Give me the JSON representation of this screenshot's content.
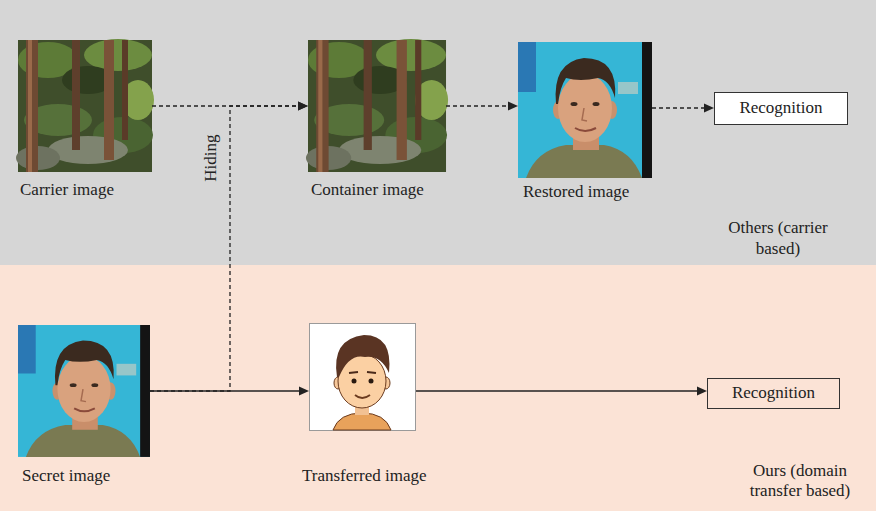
{
  "diagram": {
    "nodes": [
      {
        "text": [
          "Others (carrier based)"
        ]
      },
      {
        "text": [
          "Carrier image"
        ],
        "in": 0
      },
      {
        "text": [
          "Container image"
        ],
        "in": 0
      },
      {
        "text": [
          "Restored image"
        ],
        "in": 0
      },
      {
        "text": [
          "Recognition"
        ],
        "in": 0
      },
      {
        "text": [
          "Ours (domain transfer based)"
        ]
      },
      {
        "text": [
          "Secret image"
        ],
        "in": 5
      },
      {
        "text": [
          "Transferred image"
        ],
        "in": 5
      },
      {
        "text": [
          "Recognition"
        ],
        "in": 5
      }
    ],
    "edges": [
      {
        "from": 1,
        "to": 2,
        "arrow": "to"
      },
      {
        "from": 2,
        "to": 3,
        "arrow": "to"
      },
      {
        "from": 3,
        "to": 4,
        "arrow": "to"
      },
      {
        "from": 6,
        "to": 2,
        "label": "Hiding",
        "arrow": "to"
      },
      {
        "from": 6,
        "to": 7,
        "arrow": "to"
      },
      {
        "from": 7,
        "to": 8,
        "arrow": "to"
      }
    ]
  }
}
